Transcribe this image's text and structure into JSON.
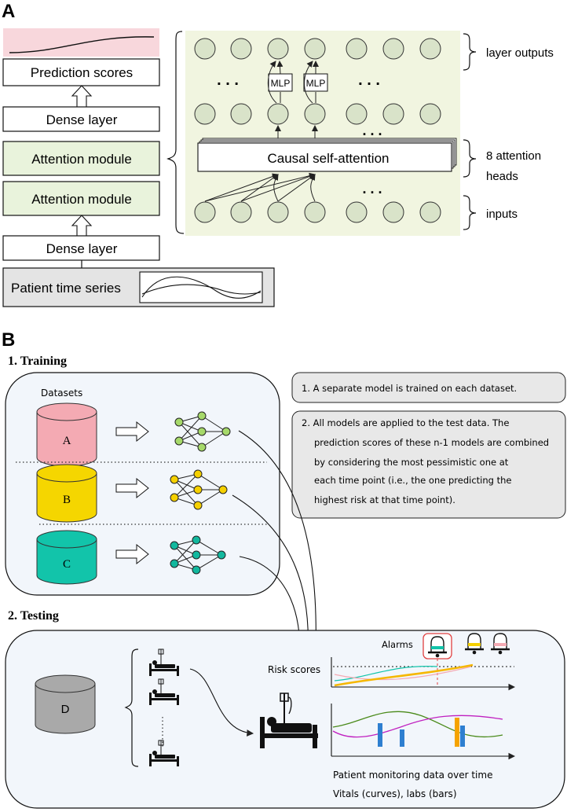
{
  "panel_a": {
    "label": "A",
    "left_stack": {
      "prediction_scores": "Prediction scores",
      "dense_layer_top": "Dense layer",
      "attention_module_1": "Attention module",
      "attention_module_2": "Attention module",
      "dense_layer_bottom": "Dense layer",
      "patient_time_series": "Patient time series"
    },
    "detail": {
      "causal_self_attention": "Causal self-attention",
      "mlp_label": "MLP",
      "ellipsis": ". . .",
      "layer_outputs": "layer outputs",
      "attention_heads_line1": "8 attention",
      "attention_heads_line2": "heads",
      "inputs": "inputs"
    }
  },
  "panel_b": {
    "label": "B",
    "training": {
      "title": "1. Training",
      "datasets_label": "Datasets",
      "dataset_a": "A",
      "dataset_b": "B",
      "dataset_c": "C"
    },
    "notes": {
      "note1": "1. A separate model is trained on each dataset.",
      "note2_lines": [
        "2. All models are applied to the test data.  The",
        "prediction scores of these n-1 models  are combined",
        "by considering the most pessimistic one at",
        "each time point (i.e., the one predicting the",
        "highest risk at that time point)."
      ]
    },
    "testing": {
      "title": "2. Testing",
      "dataset_d": "D",
      "alarms": "Alarms",
      "risk_scores": "Risk scores",
      "monitoring_line1": "Patient monitoring data over time",
      "monitoring_line2": "Vitals (curves), labs (bars)"
    }
  },
  "colors": {
    "attention_green": "#e9f3dc",
    "detail_bg": "#f1f5e0",
    "node_fill": "#d9e3c9",
    "prediction_pink": "#f8d7dc",
    "training_bg": "#f2f6fb",
    "dataset_a": "#f4aab3",
    "dataset_b": "#f5d600",
    "dataset_c": "#12c4aa",
    "dataset_d": "#a9a9a9",
    "net_green": "#a6d96a",
    "net_yellow": "#f5d000",
    "net_teal": "#12b89e",
    "bar_blue": "#2e7fd0",
    "bar_orange": "#f5a300",
    "vital_green": "#4a8a1a",
    "vital_magenta": "#c020c0",
    "alarm_red": "#e04040"
  }
}
